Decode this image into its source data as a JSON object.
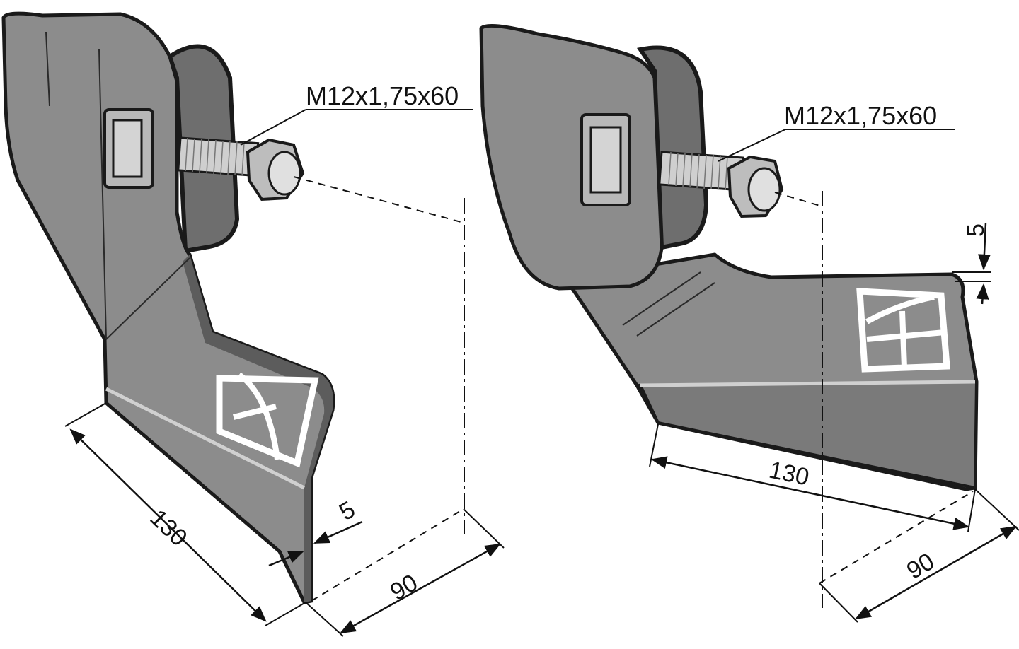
{
  "figure": {
    "colors": {
      "background": "#ffffff",
      "blade_fill": "#8c8c8c",
      "blade_dark": "#6e6e6e",
      "blade_light": "#a6a6a6",
      "outline": "#1a1a1a",
      "logo": "#ffffff",
      "bolt": "#c8c8c8"
    },
    "left_part": {
      "bolt_label": "M12x1,75x60",
      "dim_length": "130",
      "dim_offset": "90",
      "dim_thickness": "5"
    },
    "right_part": {
      "bolt_label": "M12x1,75x60",
      "dim_length": "130",
      "dim_offset": "90",
      "dim_thickness": "5"
    }
  }
}
